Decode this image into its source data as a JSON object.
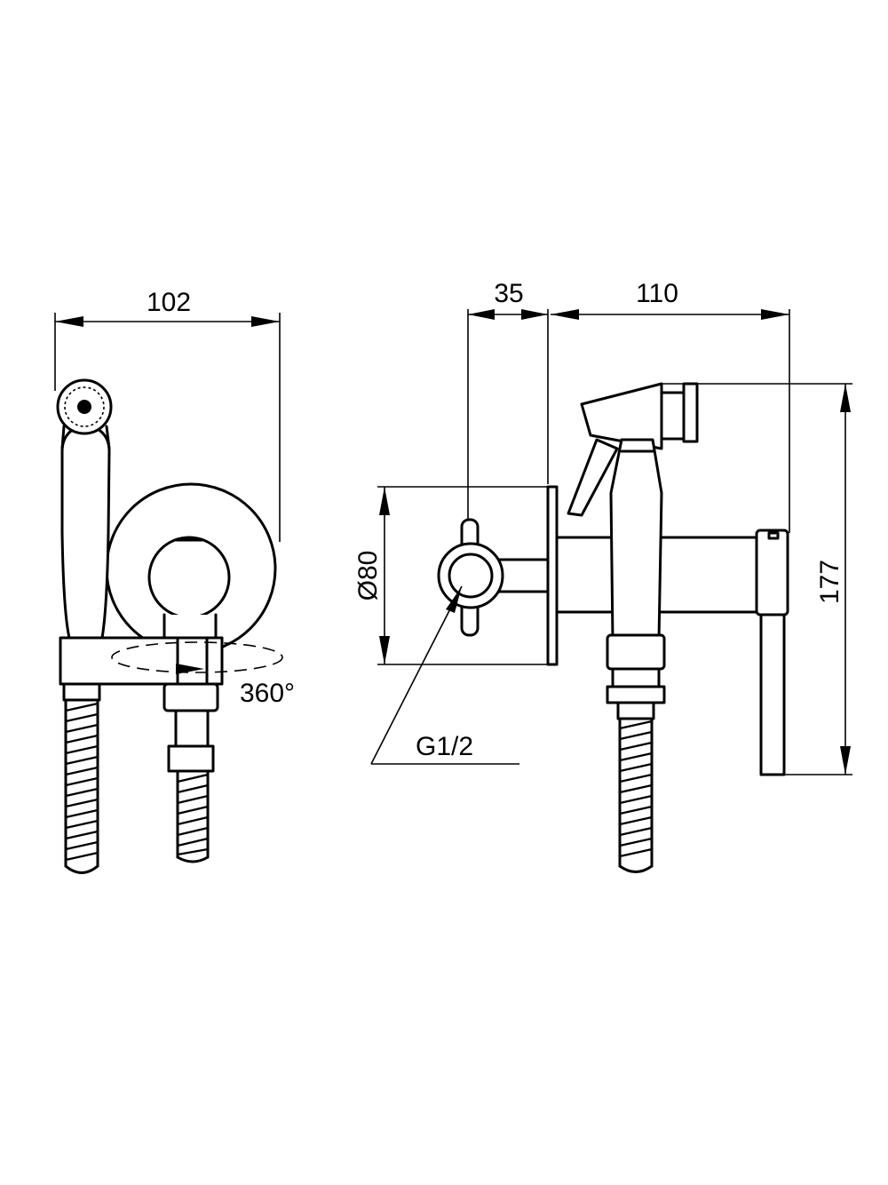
{
  "drawing": {
    "dimensions": {
      "front_width": "102",
      "handle_depth": "35",
      "body_length": "110",
      "overall_height": "177",
      "plate_diameter": "Ø80",
      "thread": "G1/2",
      "rotation": "360°"
    }
  }
}
